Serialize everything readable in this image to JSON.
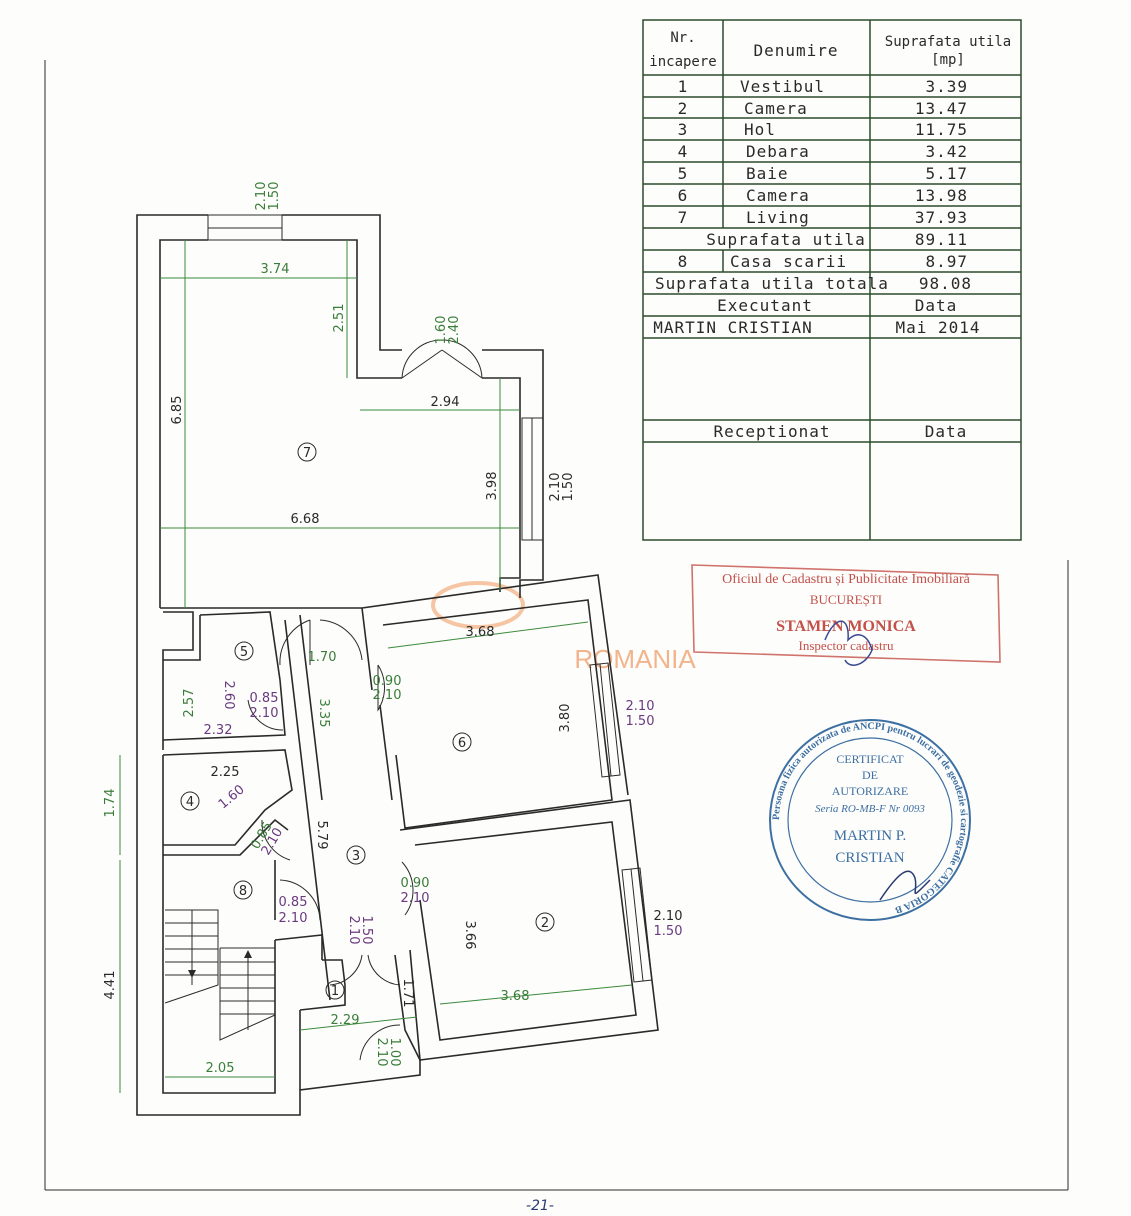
{
  "table": {
    "headers": {
      "nr_line1": "Nr.",
      "nr_line2": "incapere",
      "name": "Denumire",
      "area_line1": "Suprafata utila",
      "area_line2": "[mp]"
    },
    "rows": [
      {
        "nr": "1",
        "name": "Vestibul",
        "area": "3.39"
      },
      {
        "nr": "2",
        "name": "Camera",
        "area": "13.47"
      },
      {
        "nr": "3",
        "name": "Hol",
        "area": "11.75"
      },
      {
        "nr": "4",
        "name": "Debara",
        "area": "3.42"
      },
      {
        "nr": "5",
        "name": "Baie",
        "area": "5.17"
      },
      {
        "nr": "6",
        "name": "Camera",
        "area": "13.98"
      },
      {
        "nr": "7",
        "name": "Living",
        "area": "37.93"
      }
    ],
    "subtotal_label": "Suprafata utila",
    "subtotal_value": "89.11",
    "stair": {
      "nr": "8",
      "name": "Casa scarii",
      "area": "8.97"
    },
    "total_label": "Suprafata utila totala",
    "total_value": "98.08",
    "executant_label": "Executant",
    "date_label": "Data",
    "executant_name": "MARTIN CRISTIAN",
    "executant_date": "Mai 2014",
    "received_label": "Receptionat",
    "received_date_label": "Data"
  },
  "stamps": {
    "authorization": {
      "ring_text": "Persoana fizica autorizata de ANCPI pentru lucrari de geodezie si cartografie CATEGORIA B",
      "line1": "CERTIFICAT",
      "line2": "DE",
      "line3": "AUTORIZARE",
      "line4": "Seria RO-MB-F Nr 0093",
      "line5": "MARTIN P.",
      "line6": "CRISTIAN",
      "color": "#3d6fa3"
    },
    "cadastre": {
      "line1": "Oficiul de Cadastru și Publicitate Imobiliară",
      "line2": "BUCUREȘTI",
      "line3": "STAMEN MONICA",
      "line4": "Inspector cadastru",
      "color": "#c4504a"
    },
    "watermark": "ROMANIA"
  },
  "plan": {
    "rooms": [
      "7",
      "5",
      "6",
      "4",
      "3",
      "8",
      "2",
      "1"
    ],
    "dimensions": {
      "living_width_top": "3.74",
      "living_step_height": "2.51",
      "living_height": "6.85",
      "living_step_width": "2.94",
      "living_right_height": "3.98",
      "living_width": "6.68",
      "room6_width": "3.68",
      "hall_door_width": "1.70",
      "bath_height_outer": "2.57",
      "bath_height": "2.60",
      "hall_upper": "3.35",
      "room6_height": "3.80",
      "bath_width": "2.32",
      "storage_width": "2.25",
      "storage_height": "1.74",
      "storage_diag": "1.60",
      "hall_length": "5.79",
      "room2_height": "3.66",
      "stair_height": "4.41",
      "vestibule_height": "1.71",
      "room2_width": "3.68",
      "vestibule_width": "2.29",
      "stair_width": "2.05"
    },
    "openings": {
      "top_window": {
        "w": "2.10",
        "h": "1.50"
      },
      "living_door": {
        "w": "1.60",
        "h": "2.40"
      },
      "living_window": {
        "w": "2.10",
        "h": "1.50"
      },
      "room6_door": {
        "w": "0.90",
        "h": "2.10"
      },
      "bath_door": {
        "w": "0.85",
        "h": "2.10"
      },
      "room6_window": {
        "w": "2.10",
        "h": "1.50"
      },
      "storage_door": {
        "w": "0.85",
        "h": "2.10"
      },
      "room2_door": {
        "w": "0.90",
        "h": "2.10"
      },
      "stair_door": {
        "w": "0.85",
        "h": "2.10"
      },
      "vestibule_door": {
        "w": "1.50",
        "h": "2.10"
      },
      "room2_window": {
        "w": "2.10",
        "h": "1.50"
      },
      "entrance_door": {
        "w": "1.00",
        "h": "2.10"
      }
    }
  },
  "page_number": "-21-"
}
